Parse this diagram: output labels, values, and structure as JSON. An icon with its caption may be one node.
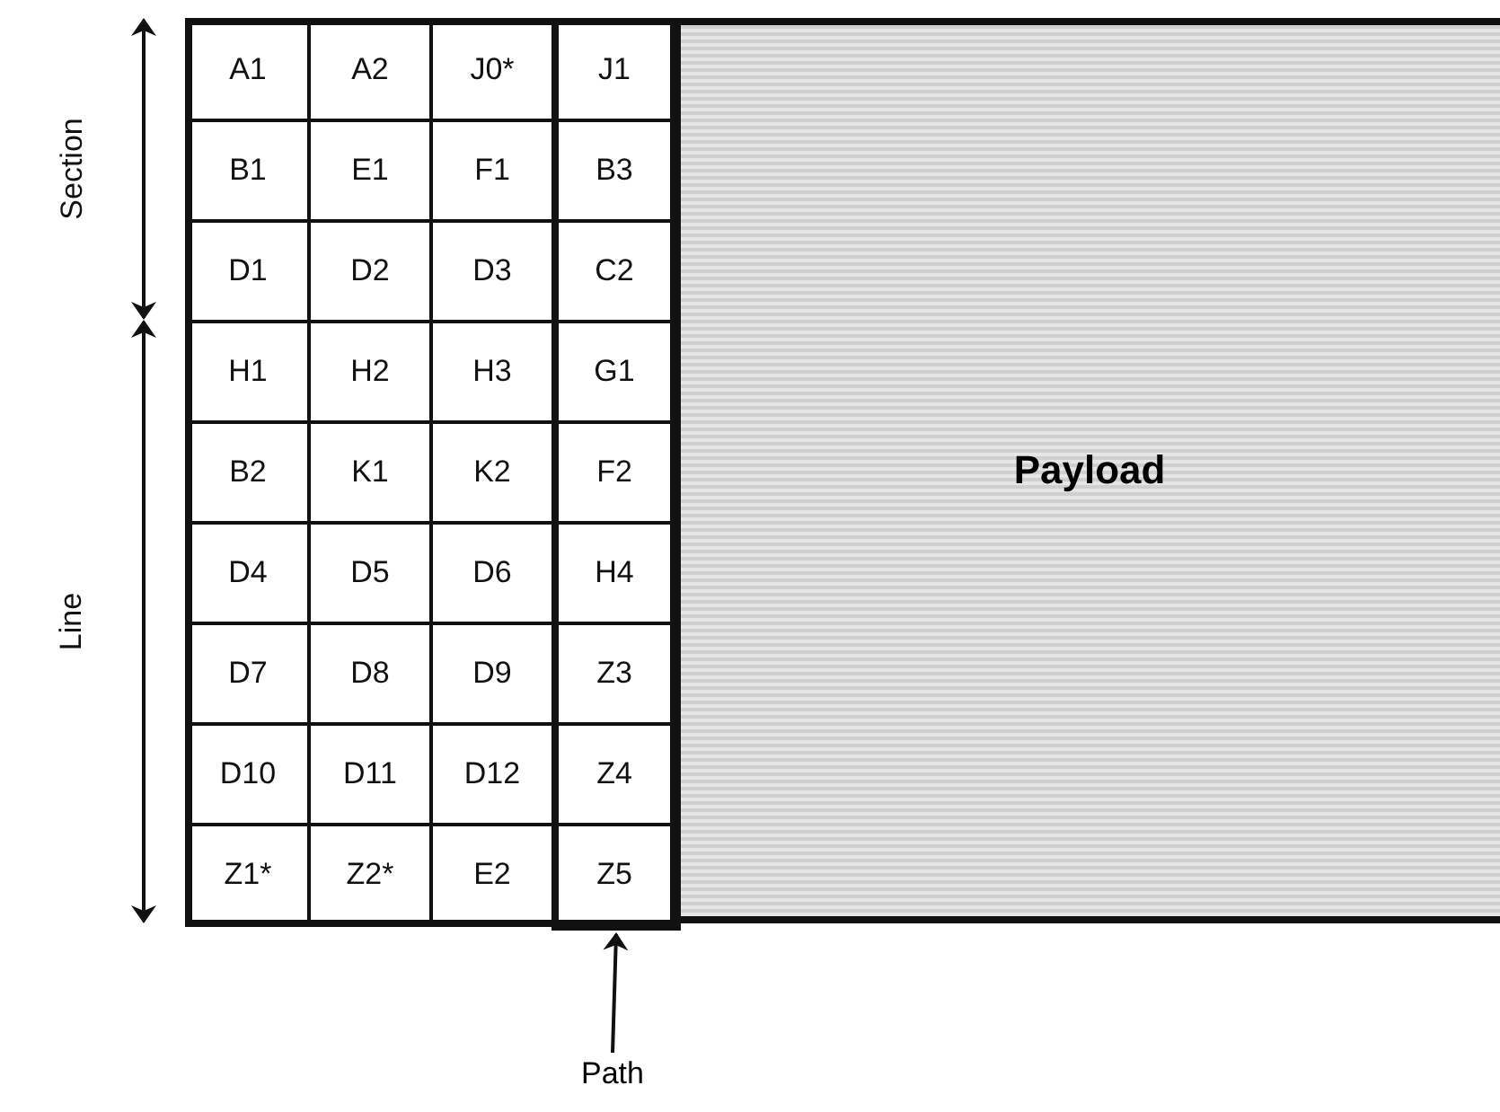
{
  "diagram": {
    "nodes": [
      {
        "text": [
          "Payload"
        ]
      },
      {
        "text": [
          "Path"
        ]
      },
      {
        "text": [],
        "shape": "box"
      }
    ],
    "edges": [
      {
        "from": 1,
        "to": 2,
        "arrow": "to"
      }
    ],
    "labels": [
      "Section",
      "Line",
      "A1",
      "A2",
      "J0*",
      "J1",
      "B1",
      "E1",
      "F1",
      "B3",
      "D1",
      "D2",
      "D3",
      "C2",
      "H1",
      "H2",
      "H3",
      "G1",
      "B2",
      "K1",
      "K2",
      "F2",
      "D4",
      "D5",
      "D6",
      "H4",
      "D7",
      "D8",
      "D9",
      "Z3",
      "D10",
      "D11",
      "D12",
      "Z4",
      "Z1*",
      "Z2*",
      "E2",
      "Z5"
    ]
  }
}
